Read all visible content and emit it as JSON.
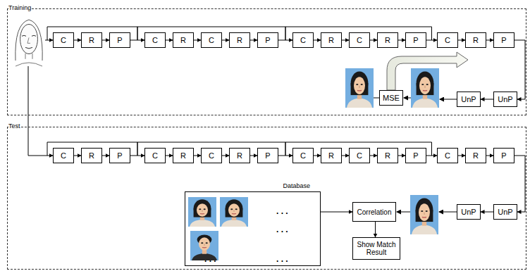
{
  "diagram": {
    "nodes": [
      {
        "text": [
          "Training"
        ]
      },
      {
        "text": [
          "C"
        ],
        "in": 0
      },
      {
        "text": [
          "R"
        ],
        "in": 0
      },
      {
        "text": [
          "P"
        ],
        "in": 0
      },
      {
        "text": [
          "C"
        ],
        "in": 0
      },
      {
        "text": [
          "R"
        ],
        "in": 0
      },
      {
        "text": [
          "C"
        ],
        "in": 0
      },
      {
        "text": [
          "R"
        ],
        "in": 0
      },
      {
        "text": [
          "P"
        ],
        "in": 0
      },
      {
        "text": [
          "C"
        ],
        "in": 0
      },
      {
        "text": [
          "R"
        ],
        "in": 0
      },
      {
        "text": [
          "C"
        ],
        "in": 0
      },
      {
        "text": [
          "R"
        ],
        "in": 0
      },
      {
        "text": [
          "P"
        ],
        "in": 0
      },
      {
        "text": [
          "C"
        ],
        "in": 0
      },
      {
        "text": [
          "R"
        ],
        "in": 0
      },
      {
        "text": [
          "P"
        ],
        "in": 0
      },
      {
        "text": [
          "UnP"
        ],
        "in": 0
      },
      {
        "text": [
          "UnP"
        ],
        "in": 0
      },
      {
        "text": [
          "MSE"
        ],
        "in": 0
      },
      {
        "text": [
          "Test"
        ]
      },
      {
        "text": [
          "C"
        ],
        "in": 20
      },
      {
        "text": [
          "R"
        ],
        "in": 20
      },
      {
        "text": [
          "P"
        ],
        "in": 20
      },
      {
        "text": [
          "C"
        ],
        "in": 20
      },
      {
        "text": [
          "R"
        ],
        "in": 20
      },
      {
        "text": [
          "C"
        ],
        "in": 20
      },
      {
        "text": [
          "R"
        ],
        "in": 20
      },
      {
        "text": [
          "P"
        ],
        "in": 20
      },
      {
        "text": [
          "C"
        ],
        "in": 20
      },
      {
        "text": [
          "R"
        ],
        "in": 20
      },
      {
        "text": [
          "C"
        ],
        "in": 20
      },
      {
        "text": [
          "R"
        ],
        "in": 20
      },
      {
        "text": [
          "P"
        ],
        "in": 20
      },
      {
        "text": [
          "C"
        ],
        "in": 20
      },
      {
        "text": [
          "R"
        ],
        "in": 20
      },
      {
        "text": [
          "P"
        ],
        "in": 20
      },
      {
        "text": [
          "UnP"
        ],
        "in": 20
      },
      {
        "text": [
          "UnP"
        ],
        "in": 20
      },
      {
        "text": [
          "Correlation"
        ],
        "in": 20
      },
      {
        "text": [
          "Database"
        ],
        "in": 20
      },
      {
        "text": [
          "Show Match Result"
        ],
        "in": 20
      }
    ],
    "edges": [
      {
        "from": 1,
        "to": 2,
        "arrow": "to"
      },
      {
        "from": 2,
        "to": 3,
        "arrow": "to"
      },
      {
        "from": 3,
        "to": 4,
        "arrow": "to"
      },
      {
        "from": 4,
        "to": 5,
        "arrow": "to"
      },
      {
        "from": 5,
        "to": 6,
        "arrow": "to"
      },
      {
        "from": 6,
        "to": 7,
        "arrow": "to"
      },
      {
        "from": 7,
        "to": 8,
        "arrow": "to"
      },
      {
        "from": 8,
        "to": 9,
        "arrow": "to"
      },
      {
        "from": 9,
        "to": 10,
        "arrow": "to"
      },
      {
        "from": 10,
        "to": 11,
        "arrow": "to"
      },
      {
        "from": 11,
        "to": 12,
        "arrow": "to"
      },
      {
        "from": 12,
        "to": 13,
        "arrow": "to"
      },
      {
        "from": 13,
        "to": 14,
        "arrow": "to"
      },
      {
        "from": 14,
        "to": 15,
        "arrow": "to"
      },
      {
        "from": 15,
        "to": 16,
        "arrow": "to"
      },
      {
        "from": 16,
        "to": 17,
        "arrow": "to"
      },
      {
        "from": 17,
        "to": 18,
        "arrow": "to"
      },
      {
        "from": 21,
        "to": 22,
        "arrow": "to"
      },
      {
        "from": 22,
        "to": 23,
        "arrow": "to"
      },
      {
        "from": 23,
        "to": 24,
        "arrow": "to"
      },
      {
        "from": 24,
        "to": 25,
        "arrow": "to"
      },
      {
        "from": 25,
        "to": 26,
        "arrow": "to"
      },
      {
        "from": 26,
        "to": 27,
        "arrow": "to"
      },
      {
        "from": 27,
        "to": 28,
        "arrow": "to"
      },
      {
        "from": 28,
        "to": 29,
        "arrow": "to"
      },
      {
        "from": 29,
        "to": 30,
        "arrow": "to"
      },
      {
        "from": 30,
        "to": 31,
        "arrow": "to"
      },
      {
        "from": 31,
        "to": 32,
        "arrow": "to"
      },
      {
        "from": 32,
        "to": 33,
        "arrow": "to"
      },
      {
        "from": 33,
        "to": 34,
        "arrow": "to"
      },
      {
        "from": 34,
        "to": 35,
        "arrow": "to"
      },
      {
        "from": 35,
        "to": 36,
        "arrow": "to"
      },
      {
        "from": 36,
        "to": 37,
        "arrow": "to"
      },
      {
        "from": 37,
        "to": 38,
        "arrow": "to"
      },
      {
        "from": 40,
        "to": 39,
        "arrow": "to"
      },
      {
        "from": 39,
        "to": 41,
        "arrow": "to"
      }
    ],
    "labels": [
      ". . .",
      ". . .",
      ". . .",
      ". . ."
    ]
  }
}
